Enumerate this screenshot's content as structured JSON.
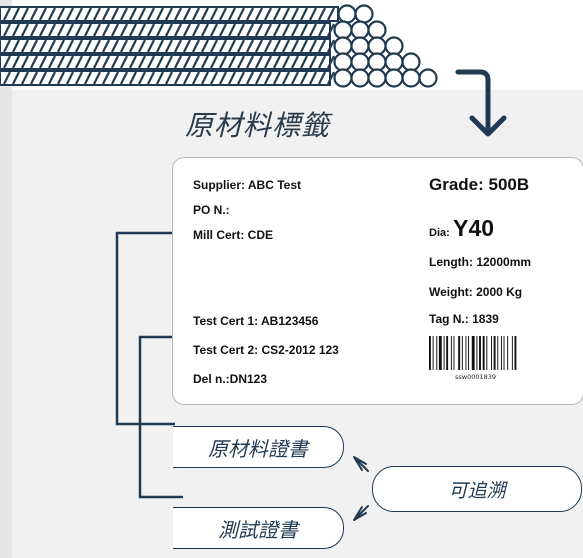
{
  "title": "原材料標籤",
  "label": {
    "supplier": "Supplier: ABC Test",
    "po": "PO N.:",
    "mill_cert": "Mill Cert: CDE",
    "test_cert_1": "Test Cert 1: AB123456",
    "test_cert_2": "Test Cert 2:  CS2-2012 123",
    "del_n": "Del n.:DN123",
    "grade": "Grade:  500B",
    "dia_label": "Dia:",
    "dia_value": "Y40",
    "length": "Length:  12000mm",
    "weight": "Weight:  2000 Kg",
    "tag": "Tag N.:  1839",
    "barcode_text": "ssw0001839"
  },
  "callouts": {
    "mill_cert": "原材料證書",
    "test_cert": "測試證書",
    "traceable": "可追溯"
  },
  "colors": {
    "navy": "#1f3a52",
    "card_border": "#b8b8b8",
    "panel_bg": "#f1f1f1"
  }
}
